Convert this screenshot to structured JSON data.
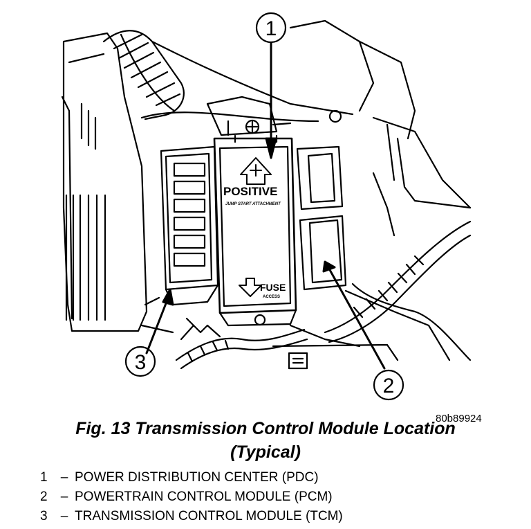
{
  "callouts": [
    {
      "number": "1"
    },
    {
      "number": "2"
    },
    {
      "number": "3"
    }
  ],
  "labels": {
    "positive": "POSITIVE",
    "positive_sub": "JUMP START ATTACHMENT",
    "fuse": "FUSE",
    "fuse_sub": "ACCESS"
  },
  "image_id": "80b89924",
  "caption": {
    "line1": "Fig. 13 Transmission Control Module Location",
    "line2": "(Typical)"
  },
  "legend": [
    {
      "number": "1",
      "dash": "–",
      "text": "POWER DISTRIBUTION CENTER (PDC)"
    },
    {
      "number": "2",
      "dash": "–",
      "text": "POWERTRAIN CONTROL MODULE (PCM)"
    },
    {
      "number": "3",
      "dash": "–",
      "text": "TRANSMISSION CONTROL MODULE (TCM)"
    }
  ]
}
